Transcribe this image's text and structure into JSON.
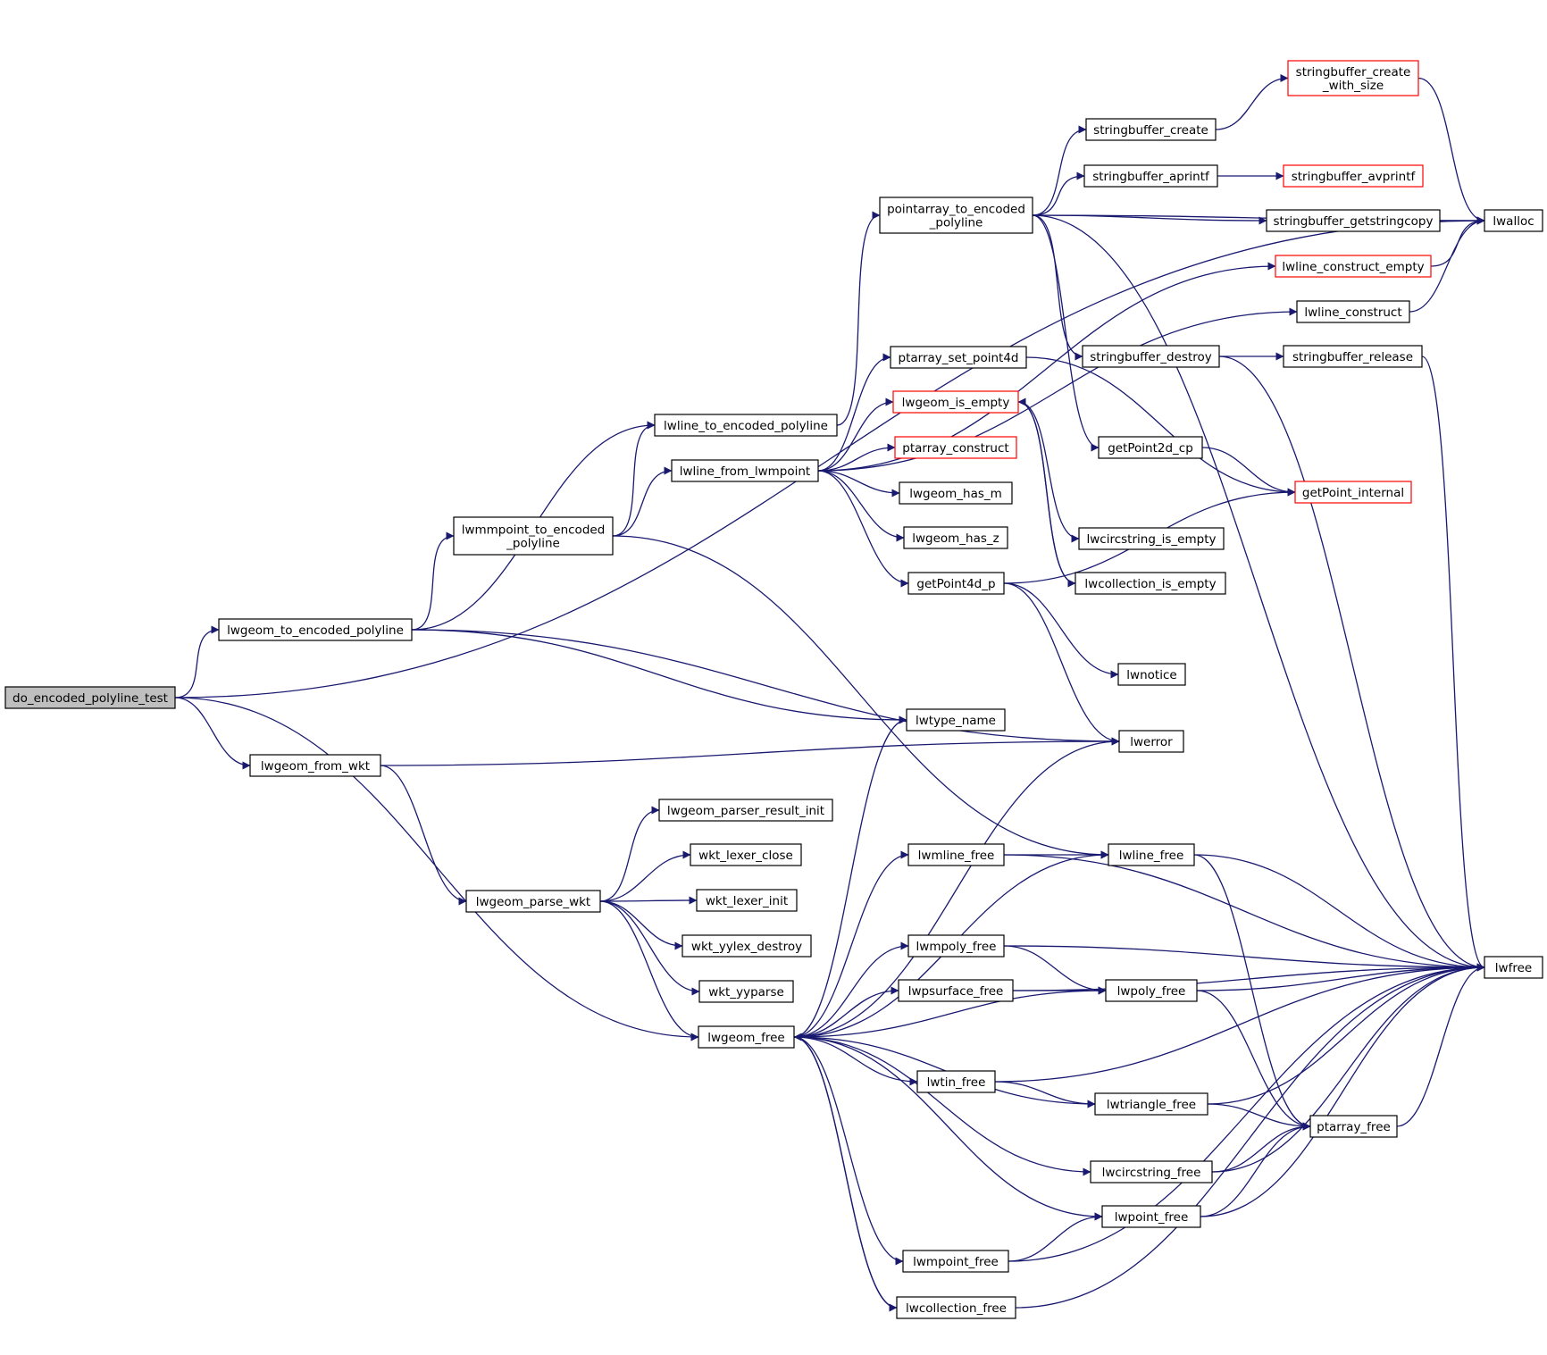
{
  "colors": {
    "edge": "#191970",
    "box": "#000000",
    "truncated_box": "#ff0000",
    "root_fill": "#bfbfbf"
  },
  "nodes": [
    {
      "id": "do_encoded_polyline_test",
      "lines": [
        "do_encoded_polyline_test"
      ],
      "root": true
    },
    {
      "id": "lwgeom_to_encoded_polyline",
      "lines": [
        "lwgeom_to_encoded_polyline"
      ]
    },
    {
      "id": "lwgeom_from_wkt",
      "lines": [
        "lwgeom_from_wkt"
      ]
    },
    {
      "id": "lwmmpoint_to_encoded_polyline",
      "lines": [
        "lwmmpoint_to_encoded",
        "_polyline"
      ]
    },
    {
      "id": "lwgeom_parse_wkt",
      "lines": [
        "lwgeom_parse_wkt"
      ]
    },
    {
      "id": "lwline_to_encoded_polyline",
      "lines": [
        "lwline_to_encoded_polyline"
      ]
    },
    {
      "id": "lwline_from_lwmpoint",
      "lines": [
        "lwline_from_lwmpoint"
      ]
    },
    {
      "id": "lwgeom_parser_result_init",
      "lines": [
        "lwgeom_parser_result_init"
      ]
    },
    {
      "id": "wkt_lexer_close",
      "lines": [
        "wkt_lexer_close"
      ]
    },
    {
      "id": "wkt_lexer_init",
      "lines": [
        "wkt_lexer_init"
      ]
    },
    {
      "id": "wkt_yylex_destroy",
      "lines": [
        "wkt_yylex_destroy"
      ]
    },
    {
      "id": "wkt_yyparse",
      "lines": [
        "wkt_yyparse"
      ]
    },
    {
      "id": "lwgeom_free",
      "lines": [
        "lwgeom_free"
      ]
    },
    {
      "id": "pointarray_to_encoded_polyline",
      "lines": [
        "pointarray_to_encoded",
        "_polyline"
      ]
    },
    {
      "id": "ptarray_set_point4d",
      "lines": [
        "ptarray_set_point4d"
      ]
    },
    {
      "id": "lwgeom_is_empty",
      "lines": [
        "lwgeom_is_empty"
      ],
      "red": true
    },
    {
      "id": "ptarray_construct",
      "lines": [
        "ptarray_construct"
      ],
      "red": true
    },
    {
      "id": "lwgeom_has_m",
      "lines": [
        "lwgeom_has_m"
      ]
    },
    {
      "id": "lwgeom_has_z",
      "lines": [
        "lwgeom_has_z"
      ]
    },
    {
      "id": "getPoint4d_p",
      "lines": [
        "getPoint4d_p"
      ]
    },
    {
      "id": "lwtype_name",
      "lines": [
        "lwtype_name"
      ]
    },
    {
      "id": "lwmline_free",
      "lines": [
        "lwmline_free"
      ]
    },
    {
      "id": "lwmpoly_free",
      "lines": [
        "lwmpoly_free"
      ]
    },
    {
      "id": "lwpsurface_free",
      "lines": [
        "lwpsurface_free"
      ]
    },
    {
      "id": "lwtin_free",
      "lines": [
        "lwtin_free"
      ]
    },
    {
      "id": "lwmpoint_free",
      "lines": [
        "lwmpoint_free"
      ]
    },
    {
      "id": "lwcollection_free",
      "lines": [
        "lwcollection_free"
      ]
    },
    {
      "id": "stringbuffer_create",
      "lines": [
        "stringbuffer_create"
      ]
    },
    {
      "id": "stringbuffer_aprintf",
      "lines": [
        "stringbuffer_aprintf"
      ]
    },
    {
      "id": "stringbuffer_destroy",
      "lines": [
        "stringbuffer_destroy"
      ]
    },
    {
      "id": "getPoint2d_cp",
      "lines": [
        "getPoint2d_cp"
      ]
    },
    {
      "id": "lwcircstring_is_empty",
      "lines": [
        "lwcircstring_is_empty"
      ]
    },
    {
      "id": "lwcollection_is_empty",
      "lines": [
        "lwcollection_is_empty"
      ]
    },
    {
      "id": "lwnotice",
      "lines": [
        "lwnotice"
      ]
    },
    {
      "id": "lwerror",
      "lines": [
        "lwerror"
      ]
    },
    {
      "id": "lwline_free",
      "lines": [
        "lwline_free"
      ]
    },
    {
      "id": "lwpoly_free",
      "lines": [
        "lwpoly_free"
      ]
    },
    {
      "id": "lwtriangle_free",
      "lines": [
        "lwtriangle_free"
      ]
    },
    {
      "id": "lwcircstring_free",
      "lines": [
        "lwcircstring_free"
      ]
    },
    {
      "id": "lwpoint_free",
      "lines": [
        "lwpoint_free"
      ]
    },
    {
      "id": "stringbuffer_create_with_size",
      "lines": [
        "stringbuffer_create",
        "_with_size"
      ],
      "red": true
    },
    {
      "id": "stringbuffer_avprintf",
      "lines": [
        "stringbuffer_avprintf"
      ],
      "red": true
    },
    {
      "id": "stringbuffer_getstringcopy",
      "lines": [
        "stringbuffer_getstringcopy"
      ]
    },
    {
      "id": "lwline_construct_empty",
      "lines": [
        "lwline_construct_empty"
      ],
      "red": true
    },
    {
      "id": "lwline_construct",
      "lines": [
        "lwline_construct"
      ]
    },
    {
      "id": "stringbuffer_release",
      "lines": [
        "stringbuffer_release"
      ]
    },
    {
      "id": "getPoint_internal",
      "lines": [
        "getPoint_internal"
      ],
      "red": true
    },
    {
      "id": "ptarray_free",
      "lines": [
        "ptarray_free"
      ]
    },
    {
      "id": "lwalloc",
      "lines": [
        "lwalloc"
      ]
    },
    {
      "id": "lwfree",
      "lines": [
        "lwfree"
      ]
    }
  ],
  "edges": [
    [
      "do_encoded_polyline_test",
      "lwalloc"
    ],
    [
      "do_encoded_polyline_test",
      "lwgeom_to_encoded_polyline"
    ],
    [
      "do_encoded_polyline_test",
      "lwgeom_from_wkt"
    ],
    [
      "do_encoded_polyline_test",
      "lwgeom_free"
    ],
    [
      "lwgeom_to_encoded_polyline",
      "lwline_to_encoded_polyline"
    ],
    [
      "lwgeom_to_encoded_polyline",
      "lwmmpoint_to_encoded_polyline"
    ],
    [
      "lwgeom_to_encoded_polyline",
      "lwtype_name"
    ],
    [
      "lwgeom_to_encoded_polyline",
      "lwerror"
    ],
    [
      "lwmmpoint_to_encoded_polyline",
      "lwline_to_encoded_polyline"
    ],
    [
      "lwmmpoint_to_encoded_polyline",
      "lwline_from_lwmpoint"
    ],
    [
      "lwmmpoint_to_encoded_polyline",
      "lwline_free"
    ],
    [
      "lwline_to_encoded_polyline",
      "pointarray_to_encoded_polyline"
    ],
    [
      "lwline_from_lwmpoint",
      "lwline_construct_empty"
    ],
    [
      "lwline_from_lwmpoint",
      "lwline_construct"
    ],
    [
      "lwline_from_lwmpoint",
      "ptarray_set_point4d"
    ],
    [
      "lwline_from_lwmpoint",
      "lwgeom_is_empty"
    ],
    [
      "lwline_from_lwmpoint",
      "ptarray_construct"
    ],
    [
      "lwline_from_lwmpoint",
      "lwgeom_has_m"
    ],
    [
      "lwline_from_lwmpoint",
      "lwgeom_has_z"
    ],
    [
      "lwline_from_lwmpoint",
      "getPoint4d_p"
    ],
    [
      "pointarray_to_encoded_polyline",
      "stringbuffer_create"
    ],
    [
      "pointarray_to_encoded_polyline",
      "stringbuffer_aprintf"
    ],
    [
      "pointarray_to_encoded_polyline",
      "stringbuffer_getstringcopy"
    ],
    [
      "pointarray_to_encoded_polyline",
      "stringbuffer_destroy"
    ],
    [
      "pointarray_to_encoded_polyline",
      "getPoint2d_cp"
    ],
    [
      "pointarray_to_encoded_polyline",
      "lwalloc"
    ],
    [
      "pointarray_to_encoded_polyline",
      "lwfree"
    ],
    [
      "stringbuffer_create",
      "stringbuffer_create_with_size"
    ],
    [
      "stringbuffer_create_with_size",
      "lwalloc"
    ],
    [
      "stringbuffer_aprintf",
      "stringbuffer_avprintf"
    ],
    [
      "stringbuffer_getstringcopy",
      "lwalloc"
    ],
    [
      "lwline_construct_empty",
      "lwalloc"
    ],
    [
      "lwline_construct",
      "lwalloc"
    ],
    [
      "stringbuffer_destroy",
      "stringbuffer_release"
    ],
    [
      "stringbuffer_destroy",
      "lwfree"
    ],
    [
      "stringbuffer_release",
      "lwfree"
    ],
    [
      "ptarray_set_point4d",
      "getPoint_internal"
    ],
    [
      "getPoint2d_cp",
      "getPoint_internal"
    ],
    [
      "lwgeom_is_empty",
      "lwcircstring_is_empty"
    ],
    [
      "lwgeom_is_empty",
      "lwcollection_is_empty"
    ],
    [
      "lwcollection_is_empty",
      "lwgeom_is_empty"
    ],
    [
      "getPoint4d_p",
      "getPoint_internal"
    ],
    [
      "getPoint4d_p",
      "lwnotice"
    ],
    [
      "getPoint4d_p",
      "lwerror"
    ],
    [
      "lwgeom_from_wkt",
      "lwerror"
    ],
    [
      "lwgeom_from_wkt",
      "lwgeom_parse_wkt"
    ],
    [
      "lwgeom_parse_wkt",
      "lwgeom_parser_result_init"
    ],
    [
      "lwgeom_parse_wkt",
      "wkt_lexer_close"
    ],
    [
      "lwgeom_parse_wkt",
      "wkt_lexer_init"
    ],
    [
      "lwgeom_parse_wkt",
      "wkt_yylex_destroy"
    ],
    [
      "lwgeom_parse_wkt",
      "wkt_yyparse"
    ],
    [
      "lwgeom_parse_wkt",
      "lwgeom_free"
    ],
    [
      "lwgeom_free",
      "lwtype_name"
    ],
    [
      "lwgeom_free",
      "lwerror"
    ],
    [
      "lwgeom_free",
      "lwmline_free"
    ],
    [
      "lwgeom_free",
      "lwline_free"
    ],
    [
      "lwgeom_free",
      "lwmpoly_free"
    ],
    [
      "lwgeom_free",
      "lwpsurface_free"
    ],
    [
      "lwgeom_free",
      "lwpoly_free"
    ],
    [
      "lwgeom_free",
      "lwtin_free"
    ],
    [
      "lwgeom_free",
      "lwtriangle_free"
    ],
    [
      "lwgeom_free",
      "lwcircstring_free"
    ],
    [
      "lwgeom_free",
      "lwpoint_free"
    ],
    [
      "lwgeom_free",
      "lwmpoint_free"
    ],
    [
      "lwgeom_free",
      "lwcollection_free"
    ],
    [
      "lwcollection_free",
      "lwgeom_free"
    ],
    [
      "lwmline_free",
      "lwline_free"
    ],
    [
      "lwmline_free",
      "lwfree"
    ],
    [
      "lwline_free",
      "ptarray_free"
    ],
    [
      "lwline_free",
      "lwfree"
    ],
    [
      "lwmpoly_free",
      "lwpoly_free"
    ],
    [
      "lwmpoly_free",
      "lwfree"
    ],
    [
      "lwpsurface_free",
      "lwpoly_free"
    ],
    [
      "lwpsurface_free",
      "lwfree"
    ],
    [
      "lwpoly_free",
      "ptarray_free"
    ],
    [
      "lwpoly_free",
      "lwfree"
    ],
    [
      "lwtin_free",
      "lwtriangle_free"
    ],
    [
      "lwtin_free",
      "lwfree"
    ],
    [
      "lwtriangle_free",
      "ptarray_free"
    ],
    [
      "lwtriangle_free",
      "lwfree"
    ],
    [
      "lwcircstring_free",
      "ptarray_free"
    ],
    [
      "lwcircstring_free",
      "lwfree"
    ],
    [
      "lwpoint_free",
      "ptarray_free"
    ],
    [
      "lwpoint_free",
      "lwfree"
    ],
    [
      "lwmpoint_free",
      "lwpoint_free"
    ],
    [
      "lwmpoint_free",
      "lwfree"
    ],
    [
      "lwcollection_free",
      "lwfree"
    ],
    [
      "ptarray_free",
      "lwfree"
    ]
  ]
}
